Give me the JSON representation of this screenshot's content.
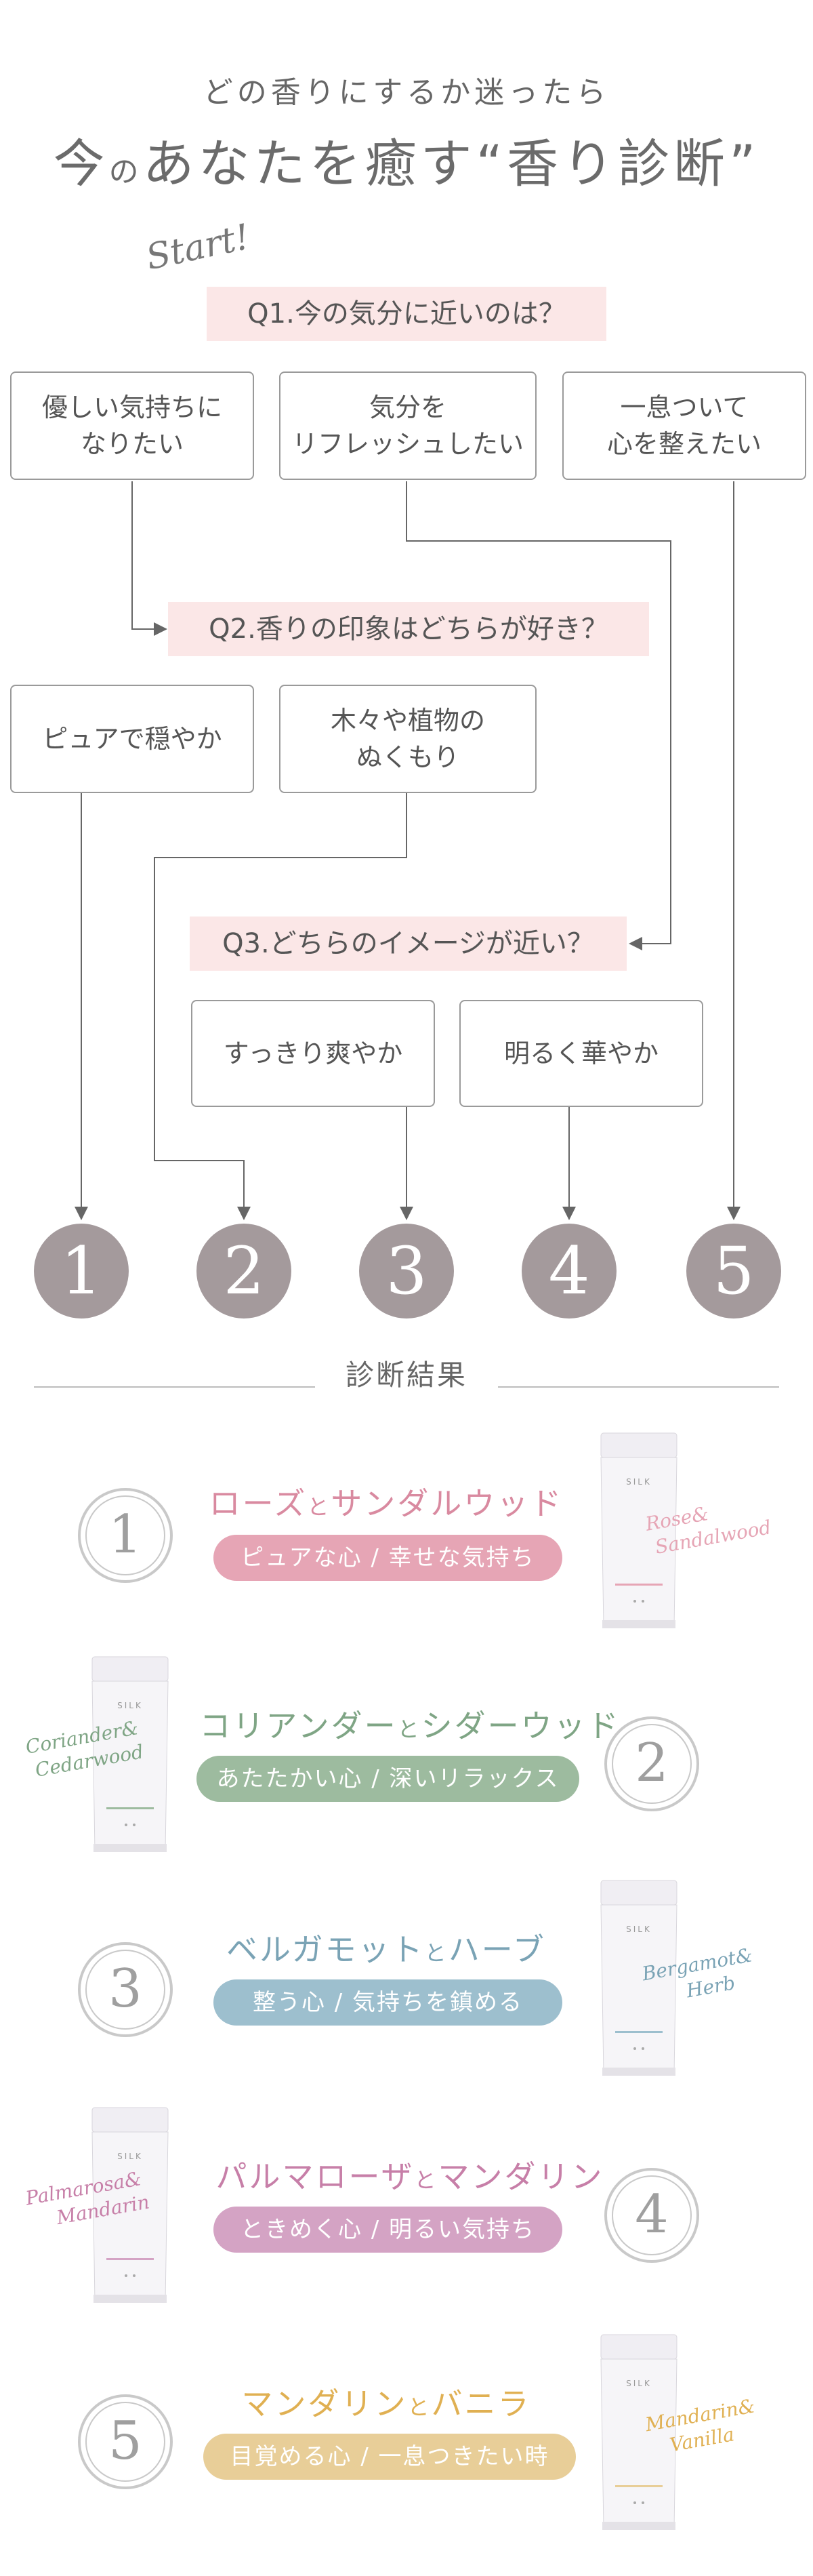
{
  "header": {
    "subtitle": "どの香りにするか迷ったら",
    "title_part1": "今",
    "title_small": "の",
    "title_part2": "あなたを癒す“香り診断”",
    "start_label": "Start!"
  },
  "questions": {
    "q1": "Q1.今の気分に近いのは？",
    "q2": "Q2.香りの印象はどちらが好き？",
    "q3": "Q3.どちらのイメージが近い？"
  },
  "q1_options": [
    "優しい気持ちに\nなりたい",
    "気分を\nリフレッシュしたい",
    "一息ついて\n心を整えたい"
  ],
  "q2_options": [
    "ピュアで穏やか",
    "木々や植物の\nぬくもり"
  ],
  "q3_options": [
    "すっきり爽やか",
    "明るく華やか"
  ],
  "numbers": [
    "1",
    "2",
    "3",
    "4",
    "5"
  ],
  "results_heading": "診断結果",
  "product_brand": "SILK",
  "results": [
    {
      "num": "1",
      "name_a": "ローズ",
      "to": "と",
      "name_b": "サンダルウッド",
      "tagline": "ピュアな心 / 幸せな気持ち",
      "script_1": "Rose&",
      "script_2": "Sandalwood",
      "color": "#d98aa0",
      "pill": "#e6a5b5",
      "tube_label": "Rose and Sandalwood"
    },
    {
      "num": "2",
      "name_a": "コリアンダー",
      "to": "と",
      "name_b": "シダーウッド",
      "tagline": "あたたかい心 / 深いリラックス",
      "script_1": "Coriander&",
      "script_2": "Cedarwood",
      "color": "#7fa585",
      "pill": "#9dbb9f",
      "tube_label": "Coriander and Cedarwood"
    },
    {
      "num": "3",
      "name_a": "ベルガモット",
      "to": "と",
      "name_b": "ハーブ",
      "tagline": "整う心 / 気持ちを鎮める",
      "script_1": "Bergamot&",
      "script_2": "Herb",
      "color": "#7aa3b5",
      "pill": "#9dbfce",
      "tube_label": "Bergamot and Herb"
    },
    {
      "num": "4",
      "name_a": "パルマローザ",
      "to": "と",
      "name_b": "マンダリン",
      "tagline": "ときめく心 / 明るい気持ち",
      "script_1": "Palmarosa&",
      "script_2": "Mandarin",
      "color": "#c77fa8",
      "pill": "#d4a3c4",
      "tube_label": "Palmarosa and Mandarin"
    },
    {
      "num": "5",
      "name_a": "マンダリン",
      "to": "と",
      "name_b": "バニラ",
      "tagline": "目覚める心 / 一息つきたい時",
      "script_1": "Mandarin&",
      "script_2": "Vanilla",
      "color": "#e0b052",
      "pill": "#e8ce98",
      "tube_label": "Mandarin and Vanilla"
    }
  ],
  "colors": {
    "line": "#666666",
    "num_circle": "#a49a9c",
    "q_bg": "#fbe7e7"
  }
}
